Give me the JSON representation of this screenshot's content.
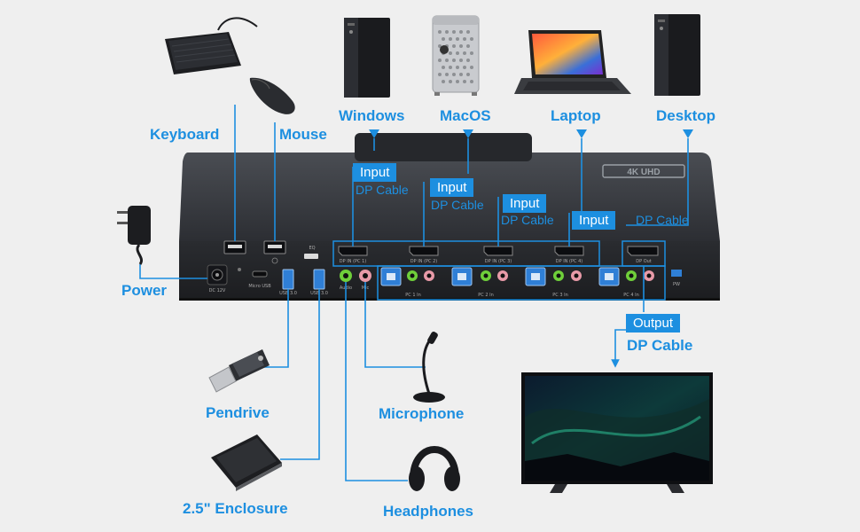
{
  "device": {
    "logo": "4K UHD",
    "port_labels": {
      "dc": "DC 12V",
      "micro_usb": "Micro USB",
      "usb3_a": "USB 3.0",
      "usb3_b": "USB 3.0",
      "eq": "EQ",
      "audio": "Audio",
      "mic": "Mic",
      "dp_in_1": "DP IN (PC 1)",
      "dp_in_2": "DP IN (PC 2)",
      "dp_in_3": "DP IN (PC 3)",
      "dp_in_4": "DP IN (PC 4)",
      "dp_out": "DP Out",
      "pc1_in": "PC 1 In",
      "pc2_in": "PC 2 In",
      "pc3_in": "PC 3 In",
      "pc4_in": "PC 4 In",
      "pw": "PW"
    }
  },
  "labels": {
    "keyboard": "Keyboard",
    "mouse": "Mouse",
    "windows": "Windows",
    "macos": "MacOS",
    "laptop": "Laptop",
    "desktop": "Desktop",
    "power": "Power",
    "pendrive": "Pendrive",
    "enclosure": "2.5\" Enclosure",
    "microphone": "Microphone",
    "headphones": "Headphones"
  },
  "cables": {
    "input_tag": "Input",
    "output_tag": "Output",
    "dp_cable": "DP Cable"
  },
  "colors": {
    "accent": "#1d8fe0",
    "device_body": "#2b2d31",
    "port_green": "#6fcf3a",
    "port_pink": "#e89aa8",
    "usb_blue": "#2f7fd6"
  }
}
